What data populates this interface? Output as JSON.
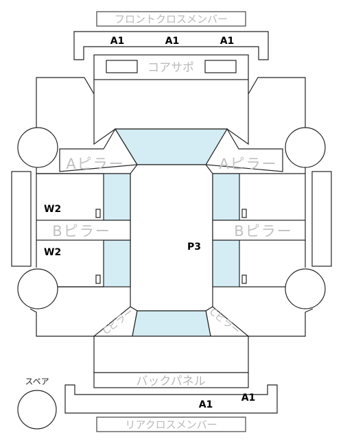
{
  "labels": {
    "front_cross_member": "フロントクロスメンバー",
    "core_support": "コアサポ",
    "a_pillar_left": "Aピラー",
    "a_pillar_right": "Aピラー",
    "b_pillar_left": "Bピラー",
    "b_pillar_right": "Bピラー",
    "c_pillar_left": "Cピラー",
    "c_pillar_right": "Cピラー",
    "back_panel": "バックパネル",
    "rear_cross_member": "リアクロスメンバー",
    "spare": "スペア"
  },
  "codes": {
    "front_a1_left": "A1",
    "front_a1_center": "A1",
    "front_a1_right": "A1",
    "w2_upper": "W2",
    "w2_lower": "W2",
    "p3": "P3",
    "rear_a1_center": "A1",
    "rear_a1_right": "A1"
  },
  "colors": {
    "glass": "#d4ecf3",
    "outline": "#222222",
    "label_gray": "#b8b8b8"
  }
}
